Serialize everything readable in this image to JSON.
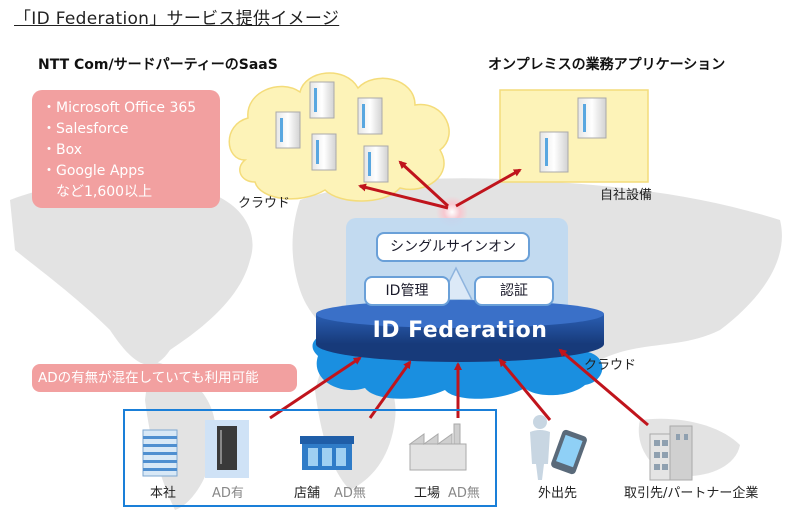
{
  "title": "「ID Federation」サービス提供イメージ",
  "saas": {
    "header": "NTT Com/サードパーティーのSaaS",
    "items": [
      "・Microsoft Office 365",
      "・Salesforce",
      "・Box",
      "・Google Apps",
      "　など1,600以上"
    ],
    "cloud_label": "クラウド"
  },
  "onprem": {
    "header": "オンプレミスの業務アプリケーション",
    "label": "自社設備"
  },
  "federation": {
    "sso_label": "シングルサインオン",
    "id_mgmt_label": "ID管理",
    "auth_label": "認証",
    "name": "ID Federation",
    "cloud_label": "クラウド"
  },
  "ad_note": "ADの有無が混在していても利用可能",
  "sites": {
    "hq_label": "本社",
    "hq_ad": "AD有",
    "store_label": "店舗",
    "store_ad": "AD無",
    "factory_label": "工場",
    "factory_ad": "AD無",
    "mobile_label": "外出先",
    "partner_label": "取引先/パートナー企業"
  },
  "colors": {
    "accent_blue": "#1f4fa0",
    "arrow_red": "#c0141c",
    "pink_box": "#f2a0a0",
    "cloud_yellow": "#fdf3b8",
    "map_gray": "#dcdcdc"
  }
}
